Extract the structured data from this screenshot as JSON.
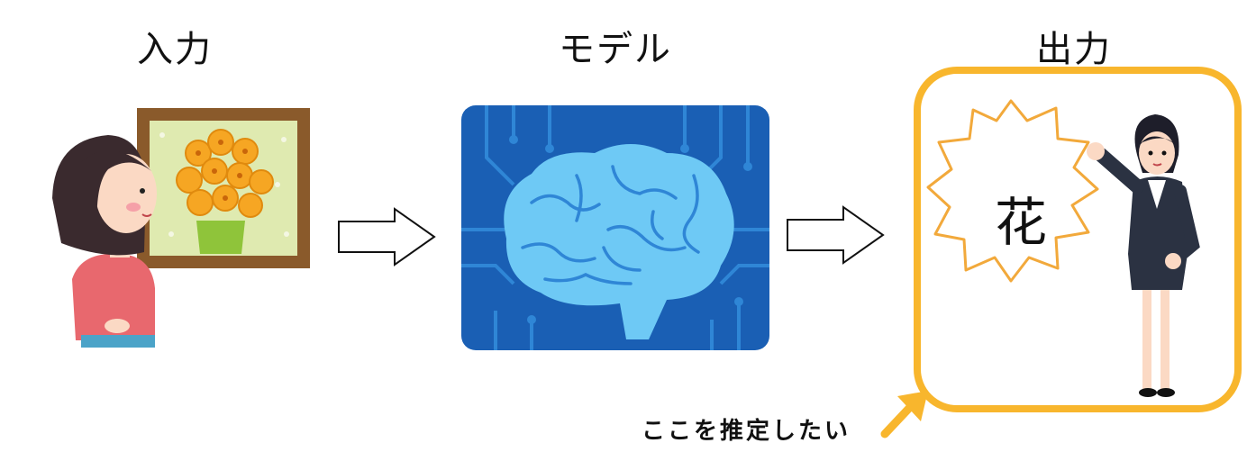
{
  "labels": {
    "input": "入力",
    "model": "モデル",
    "output": "出力"
  },
  "output_value": "花",
  "annotation": "ここを推定したい",
  "colors": {
    "highlight": "#f8b62d",
    "circuit_bg": "#1a5fb4",
    "brain": "#6ec9f5",
    "frame": "#8a5a2b"
  },
  "icons": [
    "person-viewing-painting-icon",
    "ai-brain-circuit-icon",
    "presenter-woman-icon"
  ]
}
